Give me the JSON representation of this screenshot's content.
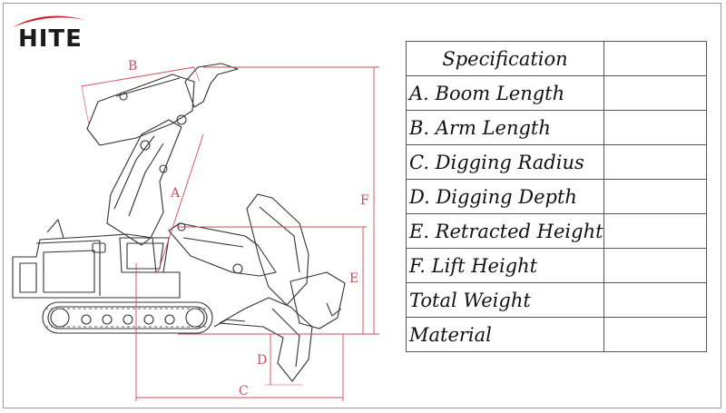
{
  "brand": {
    "name": "HITE",
    "accent": "#d0202a"
  },
  "dimension_labels": [
    "A",
    "B",
    "C",
    "D",
    "E",
    "F"
  ],
  "dimension_color": "#d24a5a",
  "spec_table": {
    "header": "Specification",
    "rows": [
      {
        "label": "A. Boom Length",
        "value": ""
      },
      {
        "label": "B. Arm Length",
        "value": ""
      },
      {
        "label": "C. Digging Radius",
        "value": ""
      },
      {
        "label": "D. Digging Depth",
        "value": ""
      },
      {
        "label": "E. Retracted Height",
        "value": ""
      },
      {
        "label": "F. Lift Height",
        "value": ""
      },
      {
        "label": "Total Weight",
        "value": ""
      },
      {
        "label": "Material",
        "value": ""
      }
    ]
  }
}
